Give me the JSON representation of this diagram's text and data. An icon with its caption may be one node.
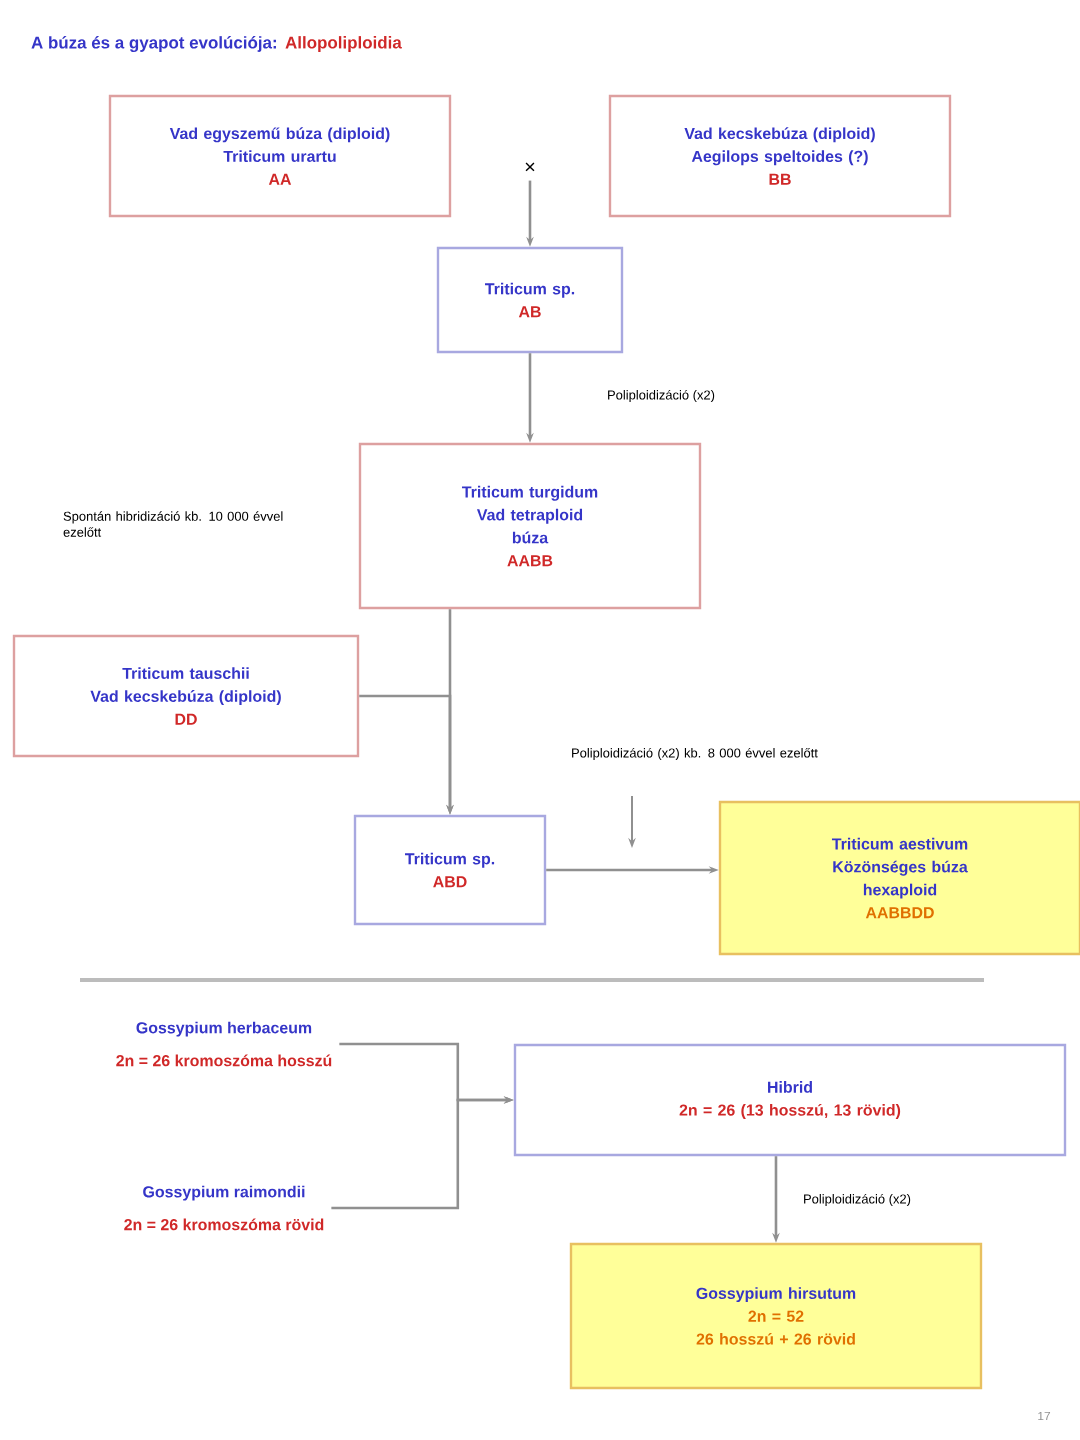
{
  "diagram": {
    "title": "A búza és a gyapot evolúciója:",
    "nodes": [
      {
        "text": [
          "Vad egyszemű búza (diploid)",
          "Triticum urartu",
          "AA"
        ]
      },
      {
        "text": [
          "×"
        ]
      },
      {
        "text": [
          "Vad kecskebúza (diploid)",
          "Aegilops speltoides (?)",
          "BB"
        ]
      },
      {
        "text": [
          "Triticum sp.",
          "AB"
        ]
      },
      {
        "text": [
          "Triticum turgidum",
          "Vad tetraploid",
          "búza",
          "AABB"
        ]
      },
      {
        "text": [
          "Triticum tauschii",
          "Vad kecskebúza (diploid)",
          "DD"
        ]
      },
      {
        "text": [
          "Triticum sp.",
          "ABD"
        ]
      },
      {
        "text": [
          "Triticum aestivum",
          "Közönséges búza",
          "hexaploid",
          "AABBDD"
        ]
      },
      {
        "text": [
          "Gossypium herbaceum",
          "2n = 26 kromoszóma hosszú"
        ]
      },
      {
        "text": [
          "Gossypium raimondii",
          "2n = 26 kromoszóma rövid"
        ]
      },
      {
        "text": [
          "Hibrid",
          "2n = 26 (13 hosszú, 13 rövid)"
        ]
      },
      {
        "text": [
          "Gossypium hirsutum",
          "2n = 52",
          "26 hosszú + 26 rövid"
        ]
      }
    ],
    "edges": [
      {
        "from": 1,
        "to": 3,
        "arrow": "to"
      },
      {
        "from": 3,
        "to": 4,
        "arrow": "to"
      },
      {
        "from": 4,
        "to": 6,
        "arrow": "to"
      },
      {
        "from": 5,
        "to": 6,
        "arrow": "to"
      },
      {
        "from": 6,
        "to": 7,
        "arrow": "to"
      },
      {
        "from": 8,
        "to": 10,
        "arrow": "to"
      },
      {
        "from": 9,
        "to": 10,
        "arrow": "to"
      },
      {
        "from": 10,
        "to": 11,
        "arrow": "to"
      }
    ],
    "labels": [
      "Allopoliploidia",
      "Poliploidizáció (x2)",
      "Spontán hibridizáció kb. 10 000 évvel ezelőtt",
      "Poliploidizáció (x2) kb. 8 000 évvel ezelőtt",
      "Poliploidizáció (x2)",
      "17"
    ]
  }
}
